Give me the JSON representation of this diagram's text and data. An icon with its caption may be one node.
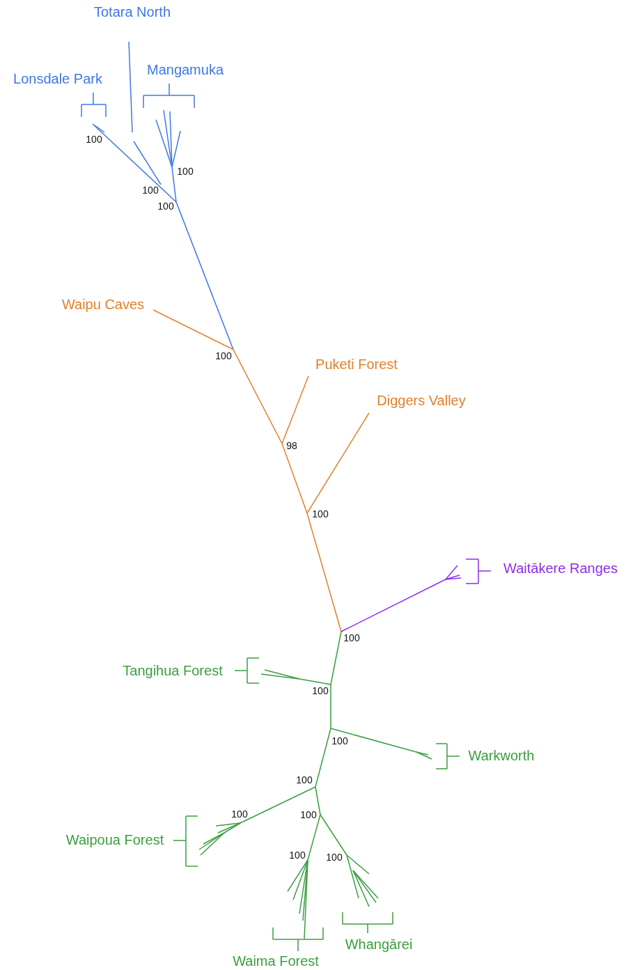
{
  "diagram": {
    "labels": [
      "Totara North",
      "Mangamuka",
      "Lonsdale Park",
      "100",
      "100",
      "100",
      "100",
      "Waipu Caves",
      "100",
      "Puketi Forest",
      "Diggers Valley",
      "98",
      "100",
      "Waitākere Ranges",
      "100",
      "Tangihua Forest",
      "100",
      "100",
      "Warkworth",
      "100",
      "100",
      "100",
      "Waipoua Forest",
      "100",
      "100",
      "Whangārei",
      "Waima Forest"
    ]
  }
}
